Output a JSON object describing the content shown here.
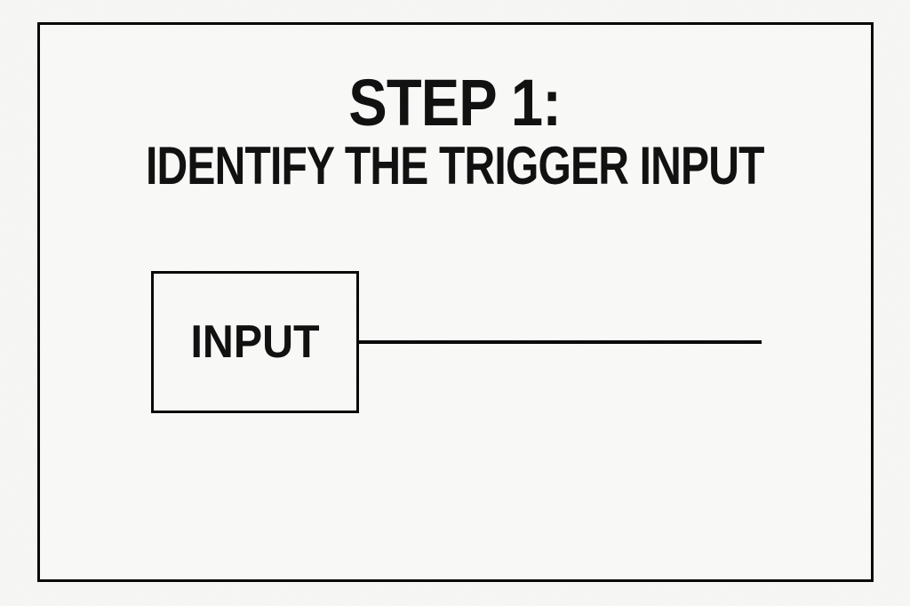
{
  "title": "STEP 1:",
  "subtitle": "IDENTIFY THE TRIGGER INPUT",
  "diagram": {
    "input_box_label": "INPUT",
    "wire": "trigger-input-wire"
  },
  "colors": {
    "background": "#f7f7f5",
    "frame_stroke": "#050505",
    "text": "#0d0d0d"
  }
}
